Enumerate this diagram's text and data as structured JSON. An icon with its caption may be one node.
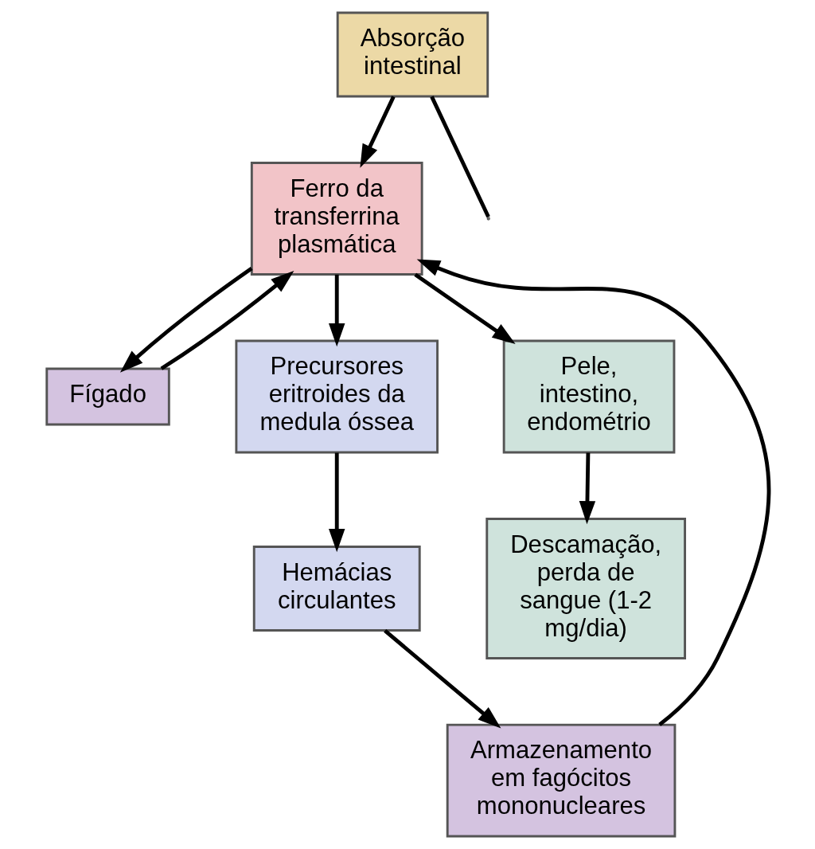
{
  "diagram": {
    "nodes": [
      {
        "text": [
          "Absorção intestinal"
        ]
      },
      {
        "text": [
          "Ferro da transferrina plasmática"
        ]
      },
      {
        "text": [
          "Armazenamento em fagócitos mononucleares"
        ]
      },
      {
        "text": [
          "Fígado"
        ]
      },
      {
        "text": [
          "Precursores eritroides da medula óssea"
        ]
      },
      {
        "text": [
          "Hemácias circulantes"
        ]
      },
      {
        "text": [
          "Pele, intestino, endométrio"
        ]
      },
      {
        "text": [
          "Descamação, perda de sangue (1-2 mg/dia)"
        ]
      }
    ],
    "edges": [
      {
        "from": 0,
        "to": 1,
        "arrow": "to"
      },
      {
        "from": 0,
        "to": null,
        "arrow": "none"
      },
      {
        "from": 1,
        "to": 4,
        "arrow": "to"
      },
      {
        "from": 1,
        "to": 6,
        "arrow": "to"
      },
      {
        "from": 1,
        "to": 3,
        "arrow": "to"
      },
      {
        "from": 3,
        "to": 1,
        "arrow": "to"
      },
      {
        "from": 4,
        "to": 5,
        "arrow": "to"
      },
      {
        "from": 5,
        "to": 2,
        "arrow": "to"
      },
      {
        "from": 2,
        "to": 1,
        "arrow": "to"
      },
      {
        "from": 6,
        "to": 7,
        "arrow": "to"
      }
    ]
  }
}
